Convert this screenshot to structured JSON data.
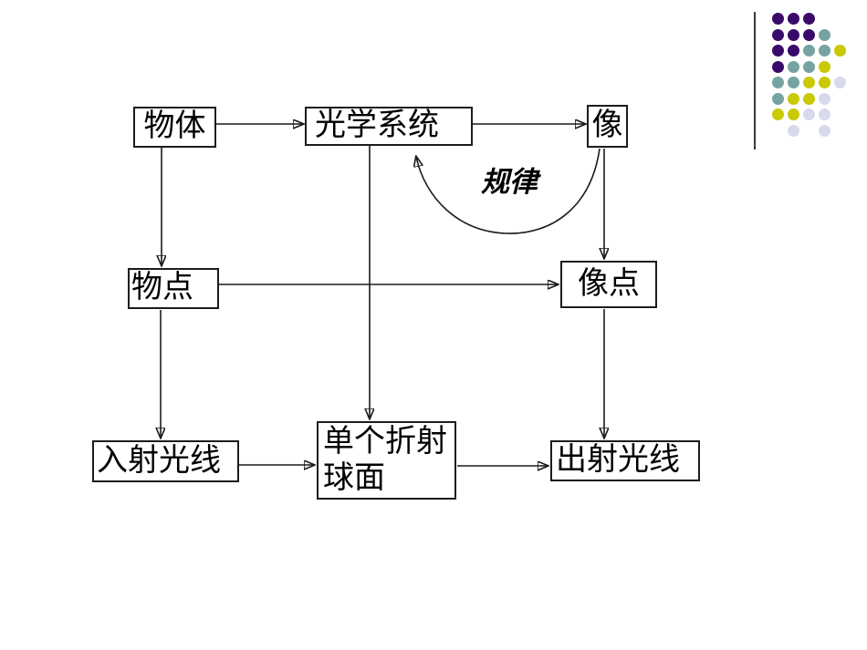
{
  "slide": {
    "background": "#ffffff"
  },
  "decoration": {
    "line_color": "#3a3a3a",
    "palette": {
      "purple": "#3a0a6b",
      "teal": "#76a2a2",
      "yellow": "#c9c904",
      "lavender": "#d9d9ec"
    },
    "rows": [
      [
        "purple",
        "purple",
        "purple",
        null,
        null
      ],
      [
        "purple",
        "purple",
        "purple",
        "teal",
        null
      ],
      [
        "purple",
        "purple",
        "teal",
        "teal",
        "yellow"
      ],
      [
        "purple",
        "teal",
        "teal",
        "yellow",
        null
      ],
      [
        "teal",
        "teal",
        "yellow",
        "yellow",
        "lavender"
      ],
      [
        "teal",
        "yellow",
        "yellow",
        "lavender",
        null
      ],
      [
        "yellow",
        "yellow",
        "lavender",
        "lavender",
        null
      ],
      [
        null,
        "lavender",
        null,
        "lavender",
        null
      ]
    ]
  },
  "diagram": {
    "nodes": {
      "object": {
        "label": "物体"
      },
      "optical_system": {
        "label": "光学系统"
      },
      "image": {
        "label": "像"
      },
      "object_point": {
        "label": "物点"
      },
      "image_point": {
        "label": "像点"
      },
      "incident_ray": {
        "label": "入射光线"
      },
      "single_refracting_surface": {
        "label": "单个折射\n球面"
      },
      "exit_ray": {
        "label": "出射光线"
      }
    },
    "edges": [
      {
        "from": "object",
        "to": "optical_system"
      },
      {
        "from": "optical_system",
        "to": "image"
      },
      {
        "from": "object",
        "to": "object_point"
      },
      {
        "from": "image",
        "to": "image_point"
      },
      {
        "from": "optical_system",
        "to": "single_refracting_surface"
      },
      {
        "from": "object_point",
        "to": "image_point"
      },
      {
        "from": "object_point",
        "to": "incident_ray"
      },
      {
        "from": "image_point",
        "to": "exit_ray"
      },
      {
        "from": "incident_ray",
        "to": "single_refracting_surface"
      },
      {
        "from": "single_refracting_surface",
        "to": "exit_ray"
      },
      {
        "from": "image",
        "to": "optical_system",
        "style": "curved",
        "label": "规律"
      }
    ]
  }
}
